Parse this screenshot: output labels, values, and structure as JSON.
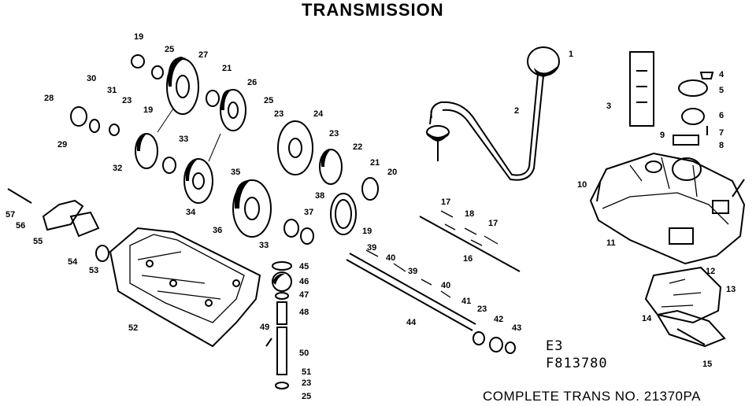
{
  "title": "TRANSMISSION",
  "model_code_line1": "E3",
  "model_code_line2": "F813780",
  "footer": "COMPLETE TRANS NO. 21370PA",
  "callouts": [
    {
      "id": "1"
    },
    {
      "id": "2"
    },
    {
      "id": "3"
    },
    {
      "id": "4"
    },
    {
      "id": "5"
    },
    {
      "id": "6"
    },
    {
      "id": "7"
    },
    {
      "id": "8"
    },
    {
      "id": "9"
    },
    {
      "id": "10"
    },
    {
      "id": "11"
    },
    {
      "id": "12"
    },
    {
      "id": "13"
    },
    {
      "id": "14"
    },
    {
      "id": "15"
    },
    {
      "id": "16"
    },
    {
      "id": "17"
    },
    {
      "id": "17"
    },
    {
      "id": "18"
    },
    {
      "id": "19"
    },
    {
      "id": "19"
    },
    {
      "id": "19"
    },
    {
      "id": "20"
    },
    {
      "id": "21"
    },
    {
      "id": "21"
    },
    {
      "id": "22"
    },
    {
      "id": "23"
    },
    {
      "id": "23"
    },
    {
      "id": "23"
    },
    {
      "id": "23"
    },
    {
      "id": "23"
    },
    {
      "id": "24"
    },
    {
      "id": "25"
    },
    {
      "id": "25"
    },
    {
      "id": "25"
    },
    {
      "id": "26"
    },
    {
      "id": "27"
    },
    {
      "id": "28"
    },
    {
      "id": "29"
    },
    {
      "id": "30"
    },
    {
      "id": "31"
    },
    {
      "id": "32"
    },
    {
      "id": "33"
    },
    {
      "id": "33"
    },
    {
      "id": "34"
    },
    {
      "id": "35"
    },
    {
      "id": "36"
    },
    {
      "id": "37"
    },
    {
      "id": "38"
    },
    {
      "id": "39"
    },
    {
      "id": "39"
    },
    {
      "id": "40"
    },
    {
      "id": "40"
    },
    {
      "id": "41"
    },
    {
      "id": "42"
    },
    {
      "id": "43"
    },
    {
      "id": "44"
    },
    {
      "id": "45"
    },
    {
      "id": "46"
    },
    {
      "id": "47"
    },
    {
      "id": "48"
    },
    {
      "id": "49"
    },
    {
      "id": "50"
    },
    {
      "id": "51"
    },
    {
      "id": "52"
    },
    {
      "id": "53"
    },
    {
      "id": "54"
    },
    {
      "id": "55"
    },
    {
      "id": "56"
    },
    {
      "id": "57"
    }
  ]
}
